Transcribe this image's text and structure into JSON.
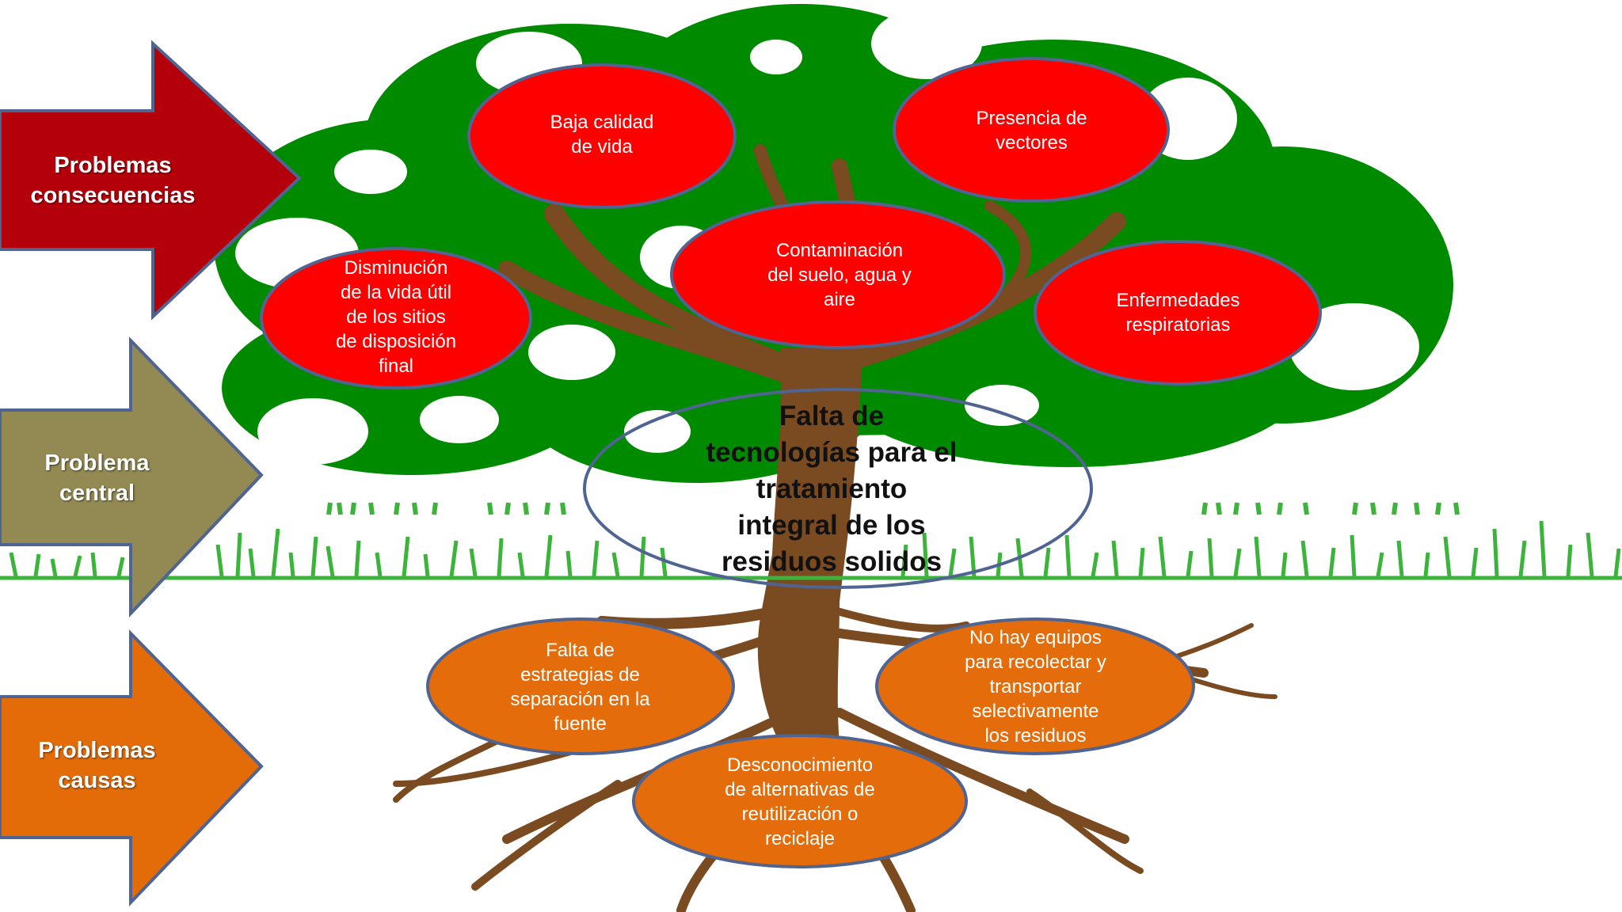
{
  "colors": {
    "canopy": "#008a00",
    "trunk": "#7a4a20",
    "consequence_arrow": "#b4000a",
    "central_arrow": "#938953",
    "cause_arrow": "#e36c09",
    "red_node": "#ff0000",
    "orange_node": "#e46c0a",
    "node_border": "#4f6491",
    "grass": "#3cb43c"
  },
  "arrows": {
    "consequences": "Problemas\nconsecuencias",
    "central": "Problema\ncentral",
    "causes": "Problemas\ncausas"
  },
  "central_problem": "Falta de\ntecnologías para el\ntratamiento\nintegral de los\nresiduos solidos",
  "consequences": [
    "Baja calidad\nde vida",
    "Presencia de\nvectores",
    "Contaminación\ndel suelo, agua y\naire",
    "Disminución\nde la vida útil\nde los sitios\nde disposición\nfinal",
    "Enfermedades\nrespiratorias"
  ],
  "causes": [
    "Falta de\nestrategias de\nseparación en la\nfuente",
    "No hay  equipos\npara recolectar y\ntransportar\nselectivamente\nlos residuos",
    "Desconocimiento\nde alternativas de\nreutilización o\nreciclaje"
  ]
}
